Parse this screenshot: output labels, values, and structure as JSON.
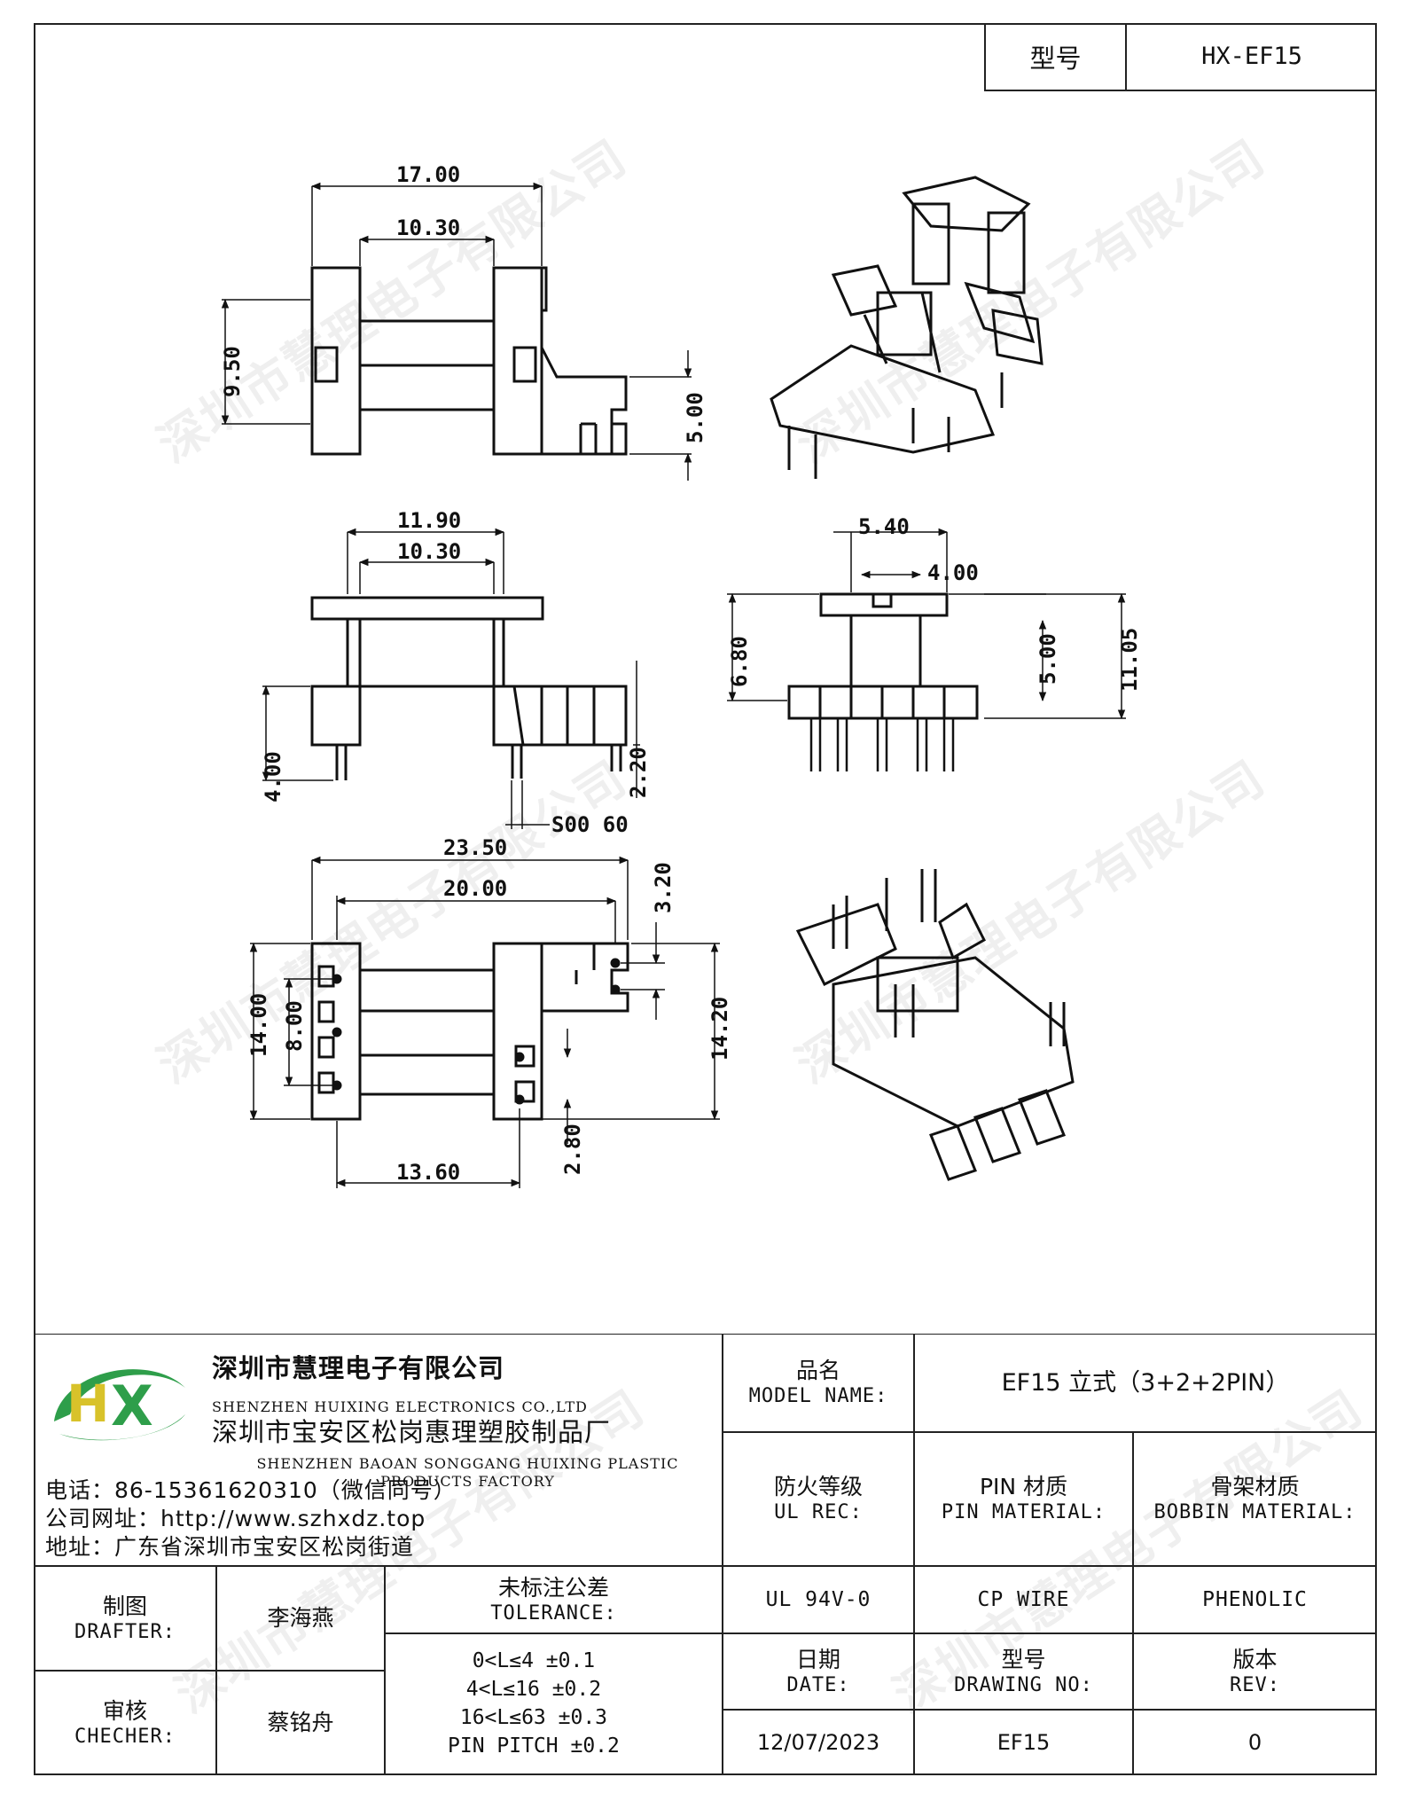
{
  "header": {
    "model_label": "型号",
    "model_value": "HX-EF15"
  },
  "watermark": "深圳市慧理电子有限公司",
  "company": {
    "logo_text": "HX",
    "name_cn": "深圳市慧理电子有限公司",
    "name_en": "SHENZHEN HUIXING ELECTRONICS CO.,LTD",
    "factory_cn": "深圳市宝安区松岗惠理塑胶制品厂",
    "factory_en": "SHENZHEN BAOAN SONGGANG HUIXING PLASTIC PRODUCTS FACTORY",
    "phone": "电话：86-15361620310（微信同号）",
    "website": "公司网址：http://www.szhxdz.top",
    "address": "地址：广东省深圳市宝安区松岗街道"
  },
  "dimensions": {
    "a": "17.00",
    "b": "10.30",
    "c": "9.50",
    "d": "5.00",
    "e": "11.90",
    "f": "10.30",
    "g": "4.00",
    "h": "2.20",
    "i": "S00 60",
    "j": "5.40",
    "k": "4.00",
    "l": "6.80",
    "m": "5.00",
    "n": "11.05",
    "o": "23.50",
    "p": "20.00",
    "q": "3.20",
    "r": "14.00",
    "s": "8.00",
    "t": "14.20",
    "u": "2.80",
    "v": "13.60"
  },
  "title_block": {
    "product_name_cn": "品名",
    "product_name_en": "MODEL NAME:",
    "product_value": "EF15 立式（3+2+2PIN）",
    "ul_cn": "防火等级",
    "ul_en": "UL REC:",
    "pin_cn": "PIN 材质",
    "pin_en": "PIN MATERIAL:",
    "bobbin_cn": "骨架材质",
    "bobbin_en": "BOBBIN MATERIAL:",
    "drafter_cn": "制图",
    "drafter_en": "DRAFTER:",
    "drafter_name": "李海燕",
    "checker_cn": "审核",
    "checker_en": "CHECHER:",
    "checker_name": "蔡铭舟",
    "tolerance_cn": "未标注公差",
    "tolerance_en": "TOLERANCE:",
    "tolerance_rows": [
      "0<L≤4   ±0.1",
      "4<L≤16  ±0.2",
      "16<L≤63  ±0.3",
      "PIN PITCH ±0.2"
    ],
    "ul_value": "UL 94V-0",
    "pin_value": "CP WIRE",
    "bobbin_value": "PHENOLIC",
    "date_cn": "日期",
    "date_en": "DATE:",
    "drawing_cn": "型号",
    "drawing_en": "DRAWING NO:",
    "rev_cn": "版本",
    "rev_en": "REV:",
    "date_value": "12/07/2023",
    "drawing_value": "EF15",
    "rev_value": "0"
  }
}
